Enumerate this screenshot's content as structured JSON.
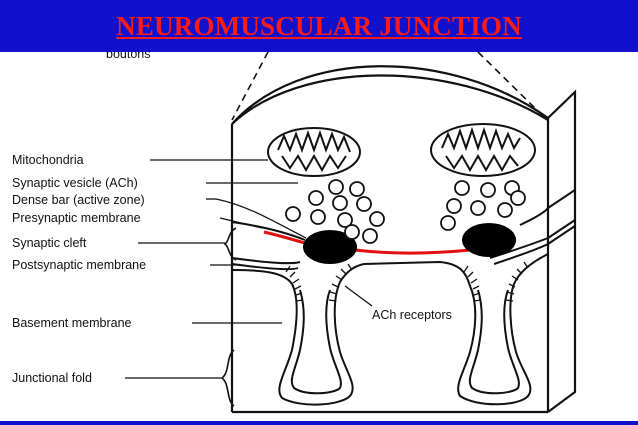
{
  "title": "NEUROMUSCULAR JUNCTION",
  "colors": {
    "title_bar": "#1111cc",
    "title_text": "#ff1a1a",
    "presynaptic_membrane": "#e01010"
  },
  "labels": {
    "boutons": "boutons",
    "mitochondria": "Mitochondria",
    "synaptic_vesicle": "Synaptic vesicle (ACh)",
    "dense_bar": "Dense bar (active zone)",
    "presynaptic_membrane": "Presynaptic membrane",
    "synaptic_cleft": "Synaptic cleft",
    "postsynaptic_membrane": "Postsynaptic membrane",
    "ach_receptors": "ACh receptors",
    "basement_membrane": "Basement membrane",
    "junctional_fold": "Junctional fold"
  }
}
